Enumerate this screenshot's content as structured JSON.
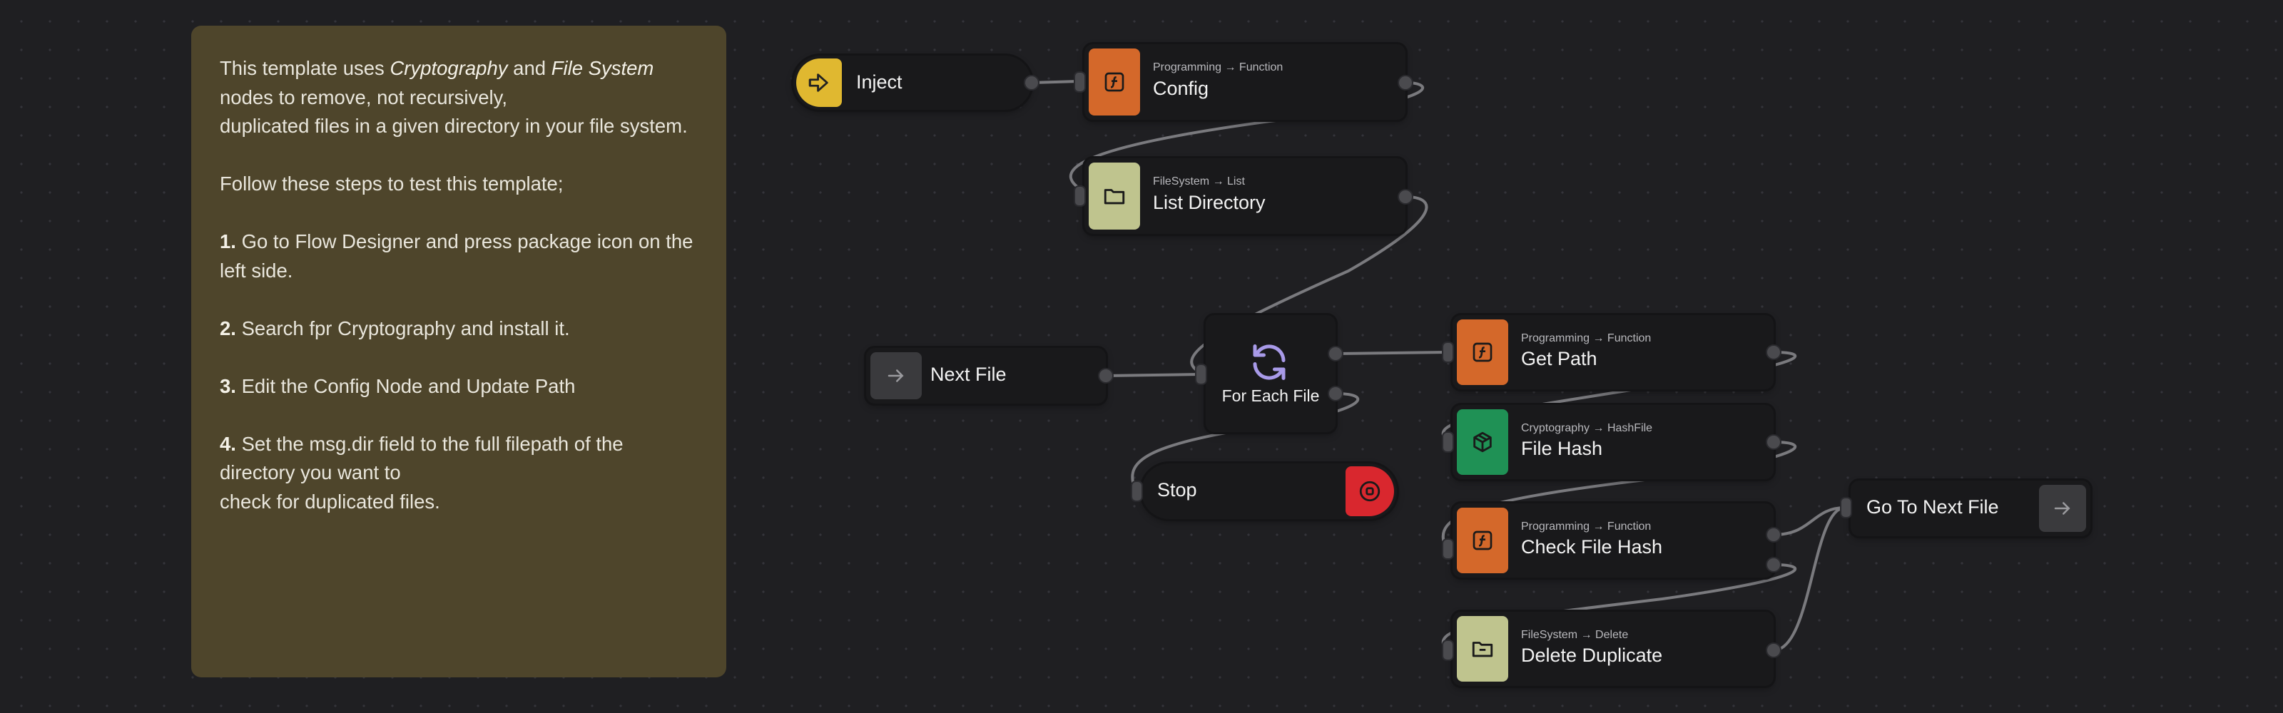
{
  "comment": {
    "intro_1": "This template uses ",
    "intro_crypto": "Cryptography",
    "intro_and": " and ",
    "intro_fs": "File System",
    "intro_2": "nodes to remove, not recursively,",
    "intro_3": "duplicated files in a given directory in your file system.",
    "follow": "Follow these steps to test this template;",
    "step1_num": "1.",
    "step1": " Go to Flow Designer and press package icon on the left side.",
    "step2_num": "2.",
    "step2": " Search fpr Cryptography and install it.",
    "step3_num": "3.",
    "step3": " Edit the Config Node and Update Path",
    "step4_num": "4.",
    "step4_a": " Set the msg.dir field to the full filepath of the directory you want to",
    "step4_b": "check for duplicated files."
  },
  "nodes": {
    "inject": {
      "title": "Inject",
      "icon": "inject-arrow-icon",
      "color": "#e0b830"
    },
    "config": {
      "subtitle": "Programming → Function",
      "title": "Config",
      "icon": "function-icon",
      "color": "#d4682a"
    },
    "list_directory": {
      "subtitle": "FileSystem → List",
      "title": "List Directory",
      "icon": "folder-icon",
      "color": "#bfc48e"
    },
    "next_file": {
      "title": "Next File",
      "icon": "arrow-right-icon",
      "color": "#3a3a3d"
    },
    "for_each_file": {
      "title": "For Each File",
      "icon": "loop-icon",
      "color": "#a89ae8"
    },
    "stop": {
      "title": "Stop",
      "icon": "stop-icon",
      "color": "#d9272e"
    },
    "get_path": {
      "subtitle": "Programming → Function",
      "title": "Get Path",
      "icon": "function-icon",
      "color": "#d4682a"
    },
    "file_hash": {
      "subtitle": "Cryptography → HashFile",
      "title": "File Hash",
      "icon": "cube-icon",
      "color": "#1f9155"
    },
    "check_file_hash": {
      "subtitle": "Programming → Function",
      "title": "Check File Hash",
      "icon": "function-icon",
      "color": "#d4682a"
    },
    "delete_duplicate": {
      "subtitle": "FileSystem → Delete",
      "title": "Delete Duplicate",
      "icon": "folder-minus-icon",
      "color": "#bfc48e"
    },
    "go_to_next_file": {
      "title": "Go To Next File",
      "icon": "arrow-right-icon",
      "color": "#3a3a3d"
    }
  }
}
